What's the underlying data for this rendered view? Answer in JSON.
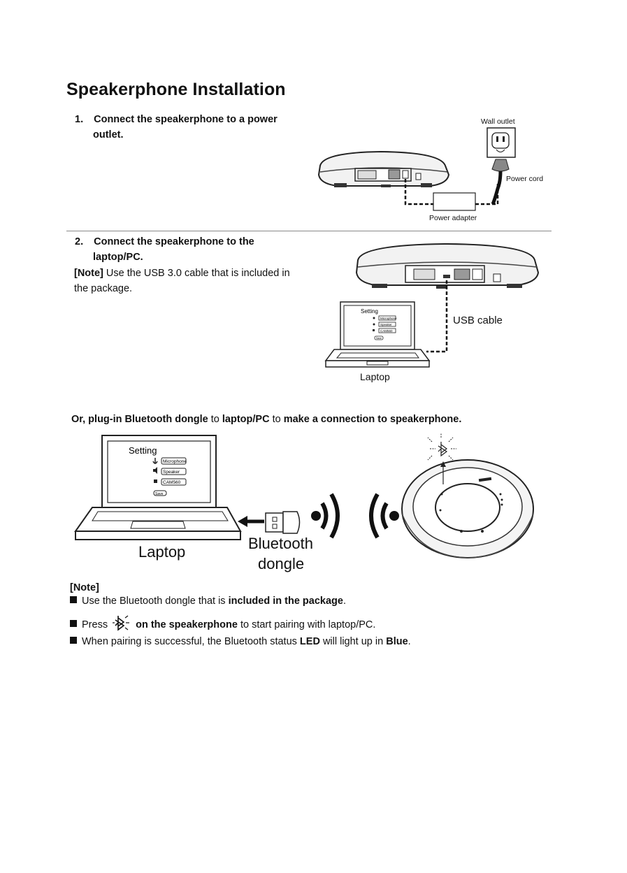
{
  "title": "Speakerphone Installation",
  "step1": {
    "num": "1.",
    "line1": "Connect the speakerphone to a power",
    "line2": "outlet."
  },
  "diagram1": {
    "wall_outlet": "Wall outlet",
    "power_cord": "Power cord",
    "power_adapter": "Power adapter"
  },
  "step2": {
    "num": "2.",
    "line1": "Connect the speakerphone to the",
    "line2": "laptop/PC."
  },
  "step2_note": {
    "tag": "[Note]",
    "text1": " Use the USB 3.0 cable that is included in",
    "text2": "the package."
  },
  "diagram2": {
    "usb_cable": "USB cable",
    "laptop": "Laptop",
    "screen_title": "Setting",
    "opt_mic": "Microphone",
    "opt_spk": "Speaker",
    "opt_cam": "CAM560",
    "save": "Save"
  },
  "bt_line": {
    "p1": "Or, plug-in ",
    "p2": "Bluetooth dongle",
    "p3": " to ",
    "p4": "laptop/PC",
    "p5": " to ",
    "p6": "make a connection to speakerphone."
  },
  "diagram3": {
    "laptop": "Laptop",
    "dongle_line1": "Bluetooth",
    "dongle_line2": "dongle",
    "screen_title": "Setting",
    "opt_mic": "Microphone",
    "opt_spk": "Speaker",
    "opt_cam": "CAM560",
    "save": "Save"
  },
  "bottom_note": {
    "tag": "[Note]",
    "b1_p1": "Use the Bluetooth dongle that is ",
    "b1_p2": "included in the package",
    "b2_p1": "Press ",
    "b2_p2": "on the speakerphone",
    "b2_p3": " to start pairing with laptop/PC.",
    "b3_p1": "When pairing is successful, the Bluetooth status ",
    "b3_p2": "LED",
    "b3_p3": " will light up in ",
    "b3_p4": "Blue",
    "b3_p5": "."
  },
  "icons": {
    "bluetooth": "bluetooth-icon",
    "arrow": "arrow-left-icon",
    "waves": "wireless-waves-icon"
  }
}
